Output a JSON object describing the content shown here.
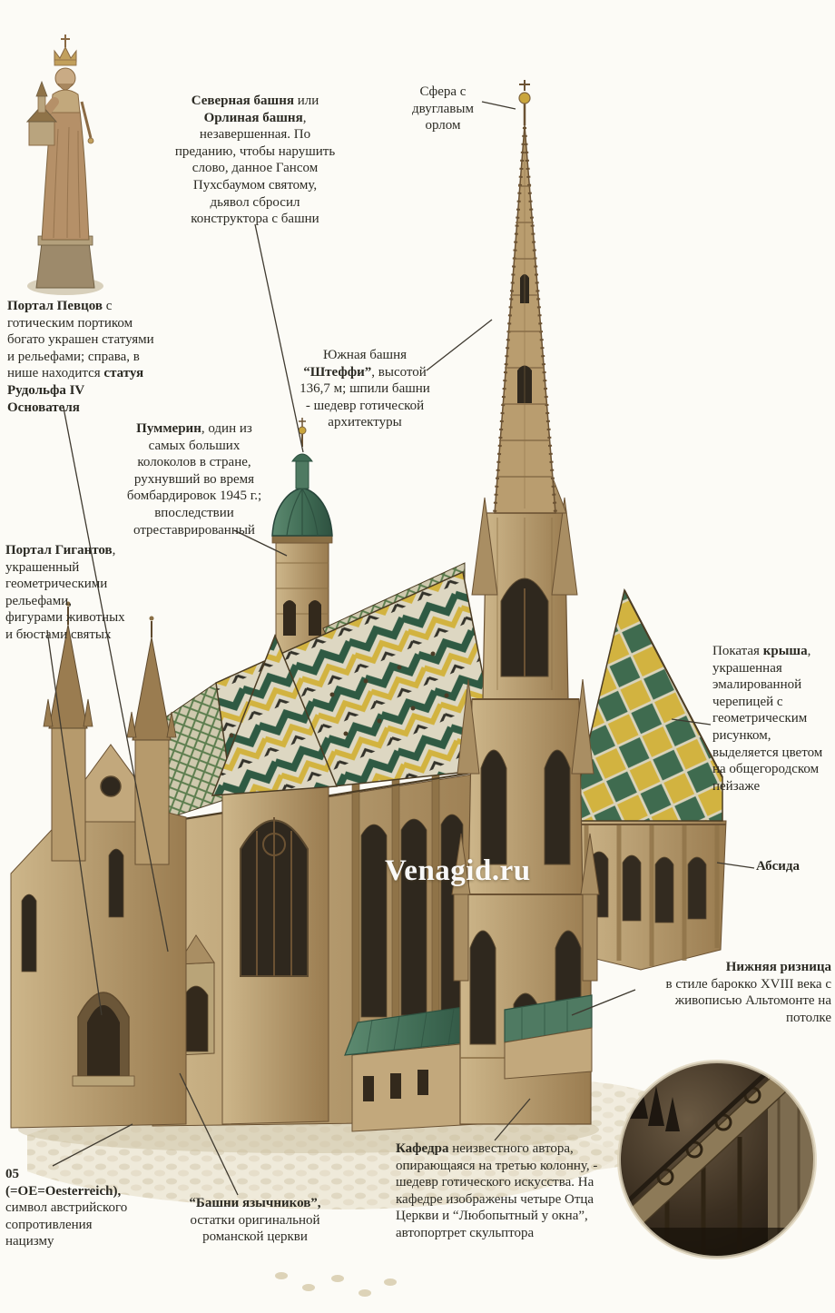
{
  "watermark": "Venagid.ru",
  "labels": {
    "north_tower": {
      "b1": "Северная башня",
      "t1": " или ",
      "b2": "Орлиная башня",
      "t2": ", незавершенная. По преданию, чтобы нарушить слово, данное Гансом Пухсбаумом святому, дьявол сбросил конструктора с башни"
    },
    "sphere": {
      "t1": "Сфера с двуглавым орлом"
    },
    "singers_portal": {
      "b1": "Портал Певцов",
      "t1": " с готическим портиком богато украшен статуями и рельефами; справа, в нише находится ",
      "b2": "статуя Рудольфа IV Основателя"
    },
    "south_tower": {
      "t1": "Южная башня ",
      "b1": "“Штеффи”",
      "t2": ", высотой 136,7 м; шпили башни - шедевр готической архитектуры"
    },
    "pummerin": {
      "b1": "Пуммерин",
      "t1": ", один из самых больших колоколов в стране, рухнувший во время бомбардировок 1945 г.; впоследствии отреставрированный"
    },
    "giants_portal": {
      "b1": "Портал Гигантов",
      "t1": ", украшенный геометрическими рельефами, фигурами животных и бюстами святых"
    },
    "roof": {
      "t1": "Покатая ",
      "b1": "крыша",
      "t2": ", украшенная эмалированной черепицей с геометрическим рисунком, выделяется цветом на общегородском пейзаже"
    },
    "apse": {
      "b1": "Абсида"
    },
    "sacristy": {
      "b1": "Нижняя ризница",
      "t1": "в стиле барокко XVIII века с живописью Альтомонте на потолке"
    },
    "pulpit": {
      "b1": "Кафедра",
      "t1": " неизвестного автора, опирающаяся на третью колонну, - шедевр готического искусства. На кафедре изображены четыре Отца Церкви и “Любопытный у окна”, автопортрет скульптора"
    },
    "o5": {
      "b1": "05",
      "b2": "(=OE=Oesterreich),",
      "t1": "символ австрийского сопротивления нацизму"
    },
    "heathen_towers": {
      "b1": "“Башни язычников”,",
      "t1": "остатки оригинальной романской церкви"
    }
  },
  "colors": {
    "background": "#fcfbf6",
    "text": "#2b2a23",
    "roof_green": "#2f5a43",
    "roof_yellow": "#d2b340",
    "roof_black": "#33322a",
    "roof_tile_base": "#ddd7c2",
    "copper_green": "#4f7a62",
    "stone_light": "#c9b183",
    "stone_dark": "#9a7c50",
    "window_dark": "#2f281e",
    "watermark_white": "#ffffff",
    "finial_gold": "#c9a53c"
  }
}
